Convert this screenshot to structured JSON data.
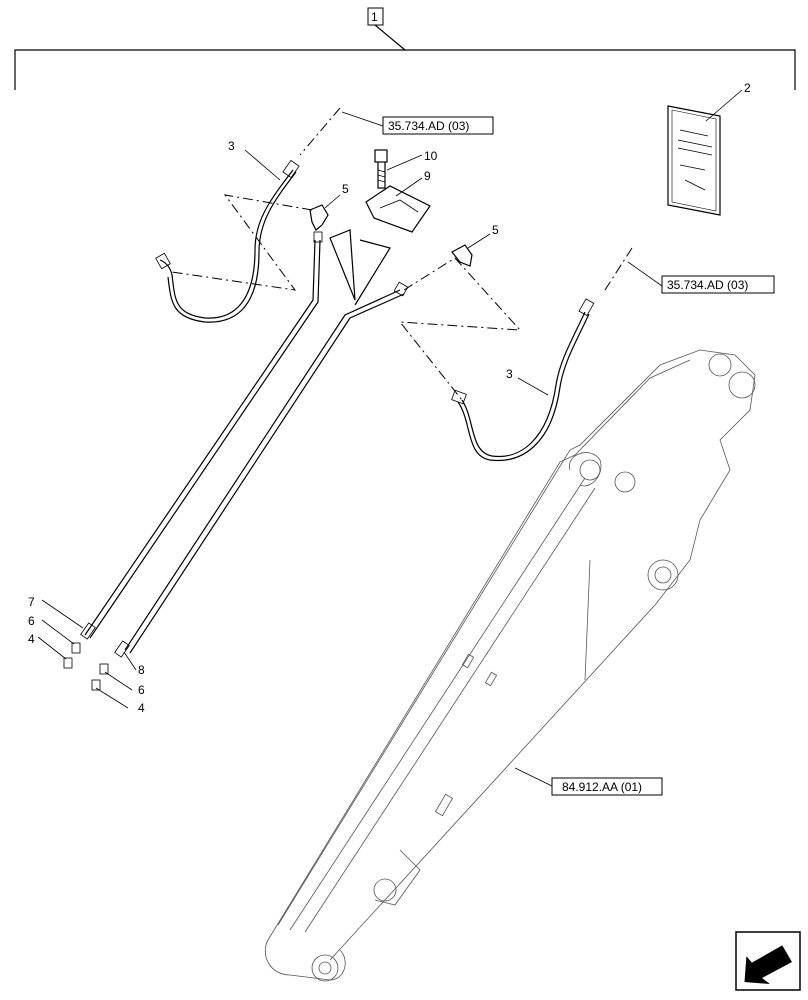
{
  "assembly_number": "1",
  "item_labels": {
    "n2": "2",
    "n3_left": "3",
    "n3_right": "3",
    "n4_left": "4",
    "n4_bottom": "4",
    "n5_left": "5",
    "n5_right": "5",
    "n6_left": "6",
    "n6_bottom": "6",
    "n7": "7",
    "n8": "8",
    "n9": "9",
    "n10": "10"
  },
  "references": {
    "ref_top": "35.734.AD (03)",
    "ref_right": "35.734.AD (03)",
    "ref_boom": "84.912.AA (01)"
  },
  "icons": {
    "nav_arrow": "navigation-arrow-icon"
  }
}
